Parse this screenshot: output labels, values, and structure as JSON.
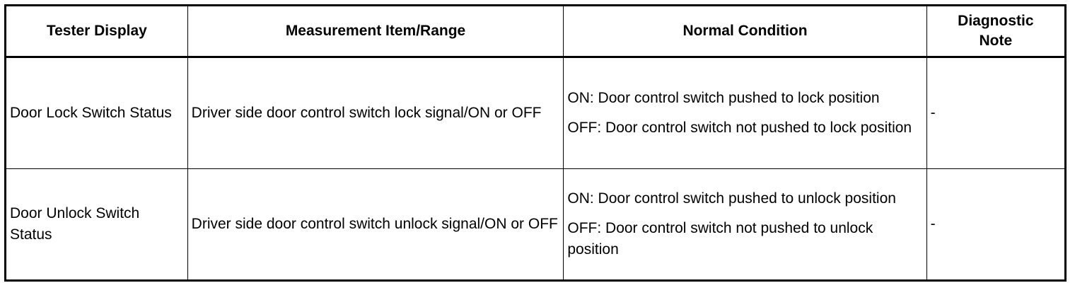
{
  "table": {
    "headers": {
      "display": "Tester Display",
      "measure": "Measurement Item/Range",
      "normal": "Normal Condition",
      "note_line1": "Diagnostic",
      "note_line2": "Note"
    },
    "rows": [
      {
        "display": "Door Lock Switch Status",
        "measure": "Driver side door control switch lock signal/ON or OFF",
        "normal_on": "ON: Door control switch pushed to lock position",
        "normal_off": "OFF: Door control switch not pushed to lock position",
        "note": "-"
      },
      {
        "display": "Door Unlock Switch Status",
        "measure": "Driver side door control switch unlock signal/ON or OFF",
        "normal_on": "ON: Door control switch pushed to unlock position",
        "normal_off": "OFF: Door control switch not pushed to unlock position",
        "note": "-"
      }
    ]
  }
}
